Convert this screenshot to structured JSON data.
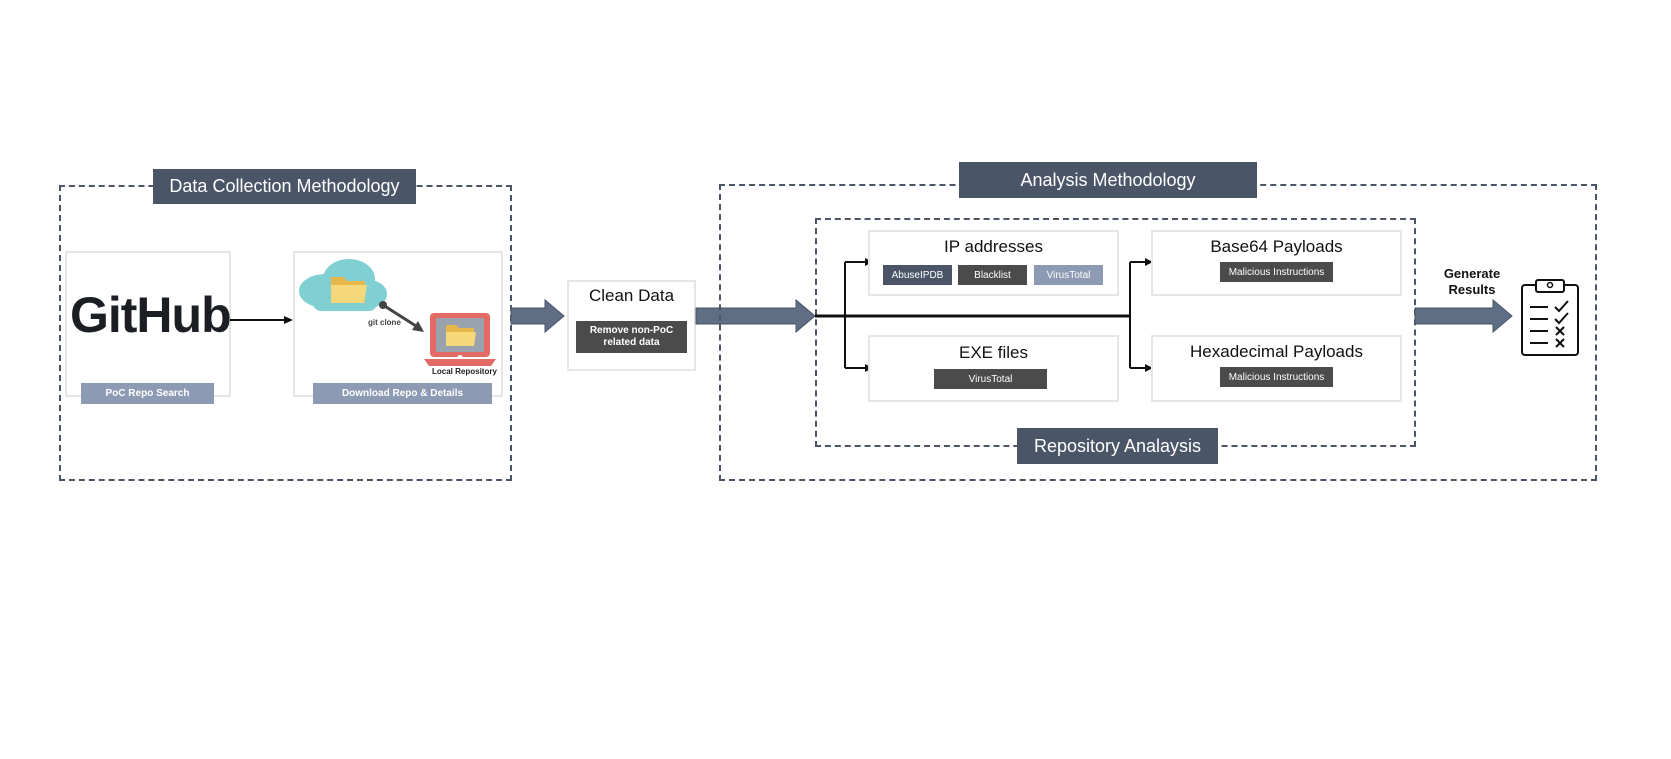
{
  "data_collection": {
    "title": "Data Collection Methodology",
    "github": {
      "logo_text": "GitHub",
      "label": "PoC Repo Search"
    },
    "download": {
      "git_clone_label": "git clone",
      "local_repo_label": "Local Repository",
      "label": "Download Repo & Details"
    }
  },
  "clean_data": {
    "title": "Clean Data",
    "action": "Remove non-PoC related data"
  },
  "analysis": {
    "title": "Analysis Methodology",
    "repository_title": "Repository Analaysis",
    "ip": {
      "title": "IP addresses",
      "chips": [
        "AbuseIPDB",
        "Blacklist",
        "VirusTotal"
      ]
    },
    "exe": {
      "title": "EXE files",
      "chip": "VirusTotal"
    },
    "base64": {
      "title": "Base64 Payloads",
      "chip": "Malicious Instructions"
    },
    "hex": {
      "title": "Hexadecimal Payloads",
      "chip": "Malicious Instructions"
    }
  },
  "results": {
    "label": "Generate Results",
    "icon": "clipboard-checklist-icon"
  },
  "colors": {
    "navy": "#4a5568",
    "slate_arrow": "#5f6d85",
    "light_slate": "#8c9ab3",
    "dark_chip": "#4b4b4b"
  }
}
